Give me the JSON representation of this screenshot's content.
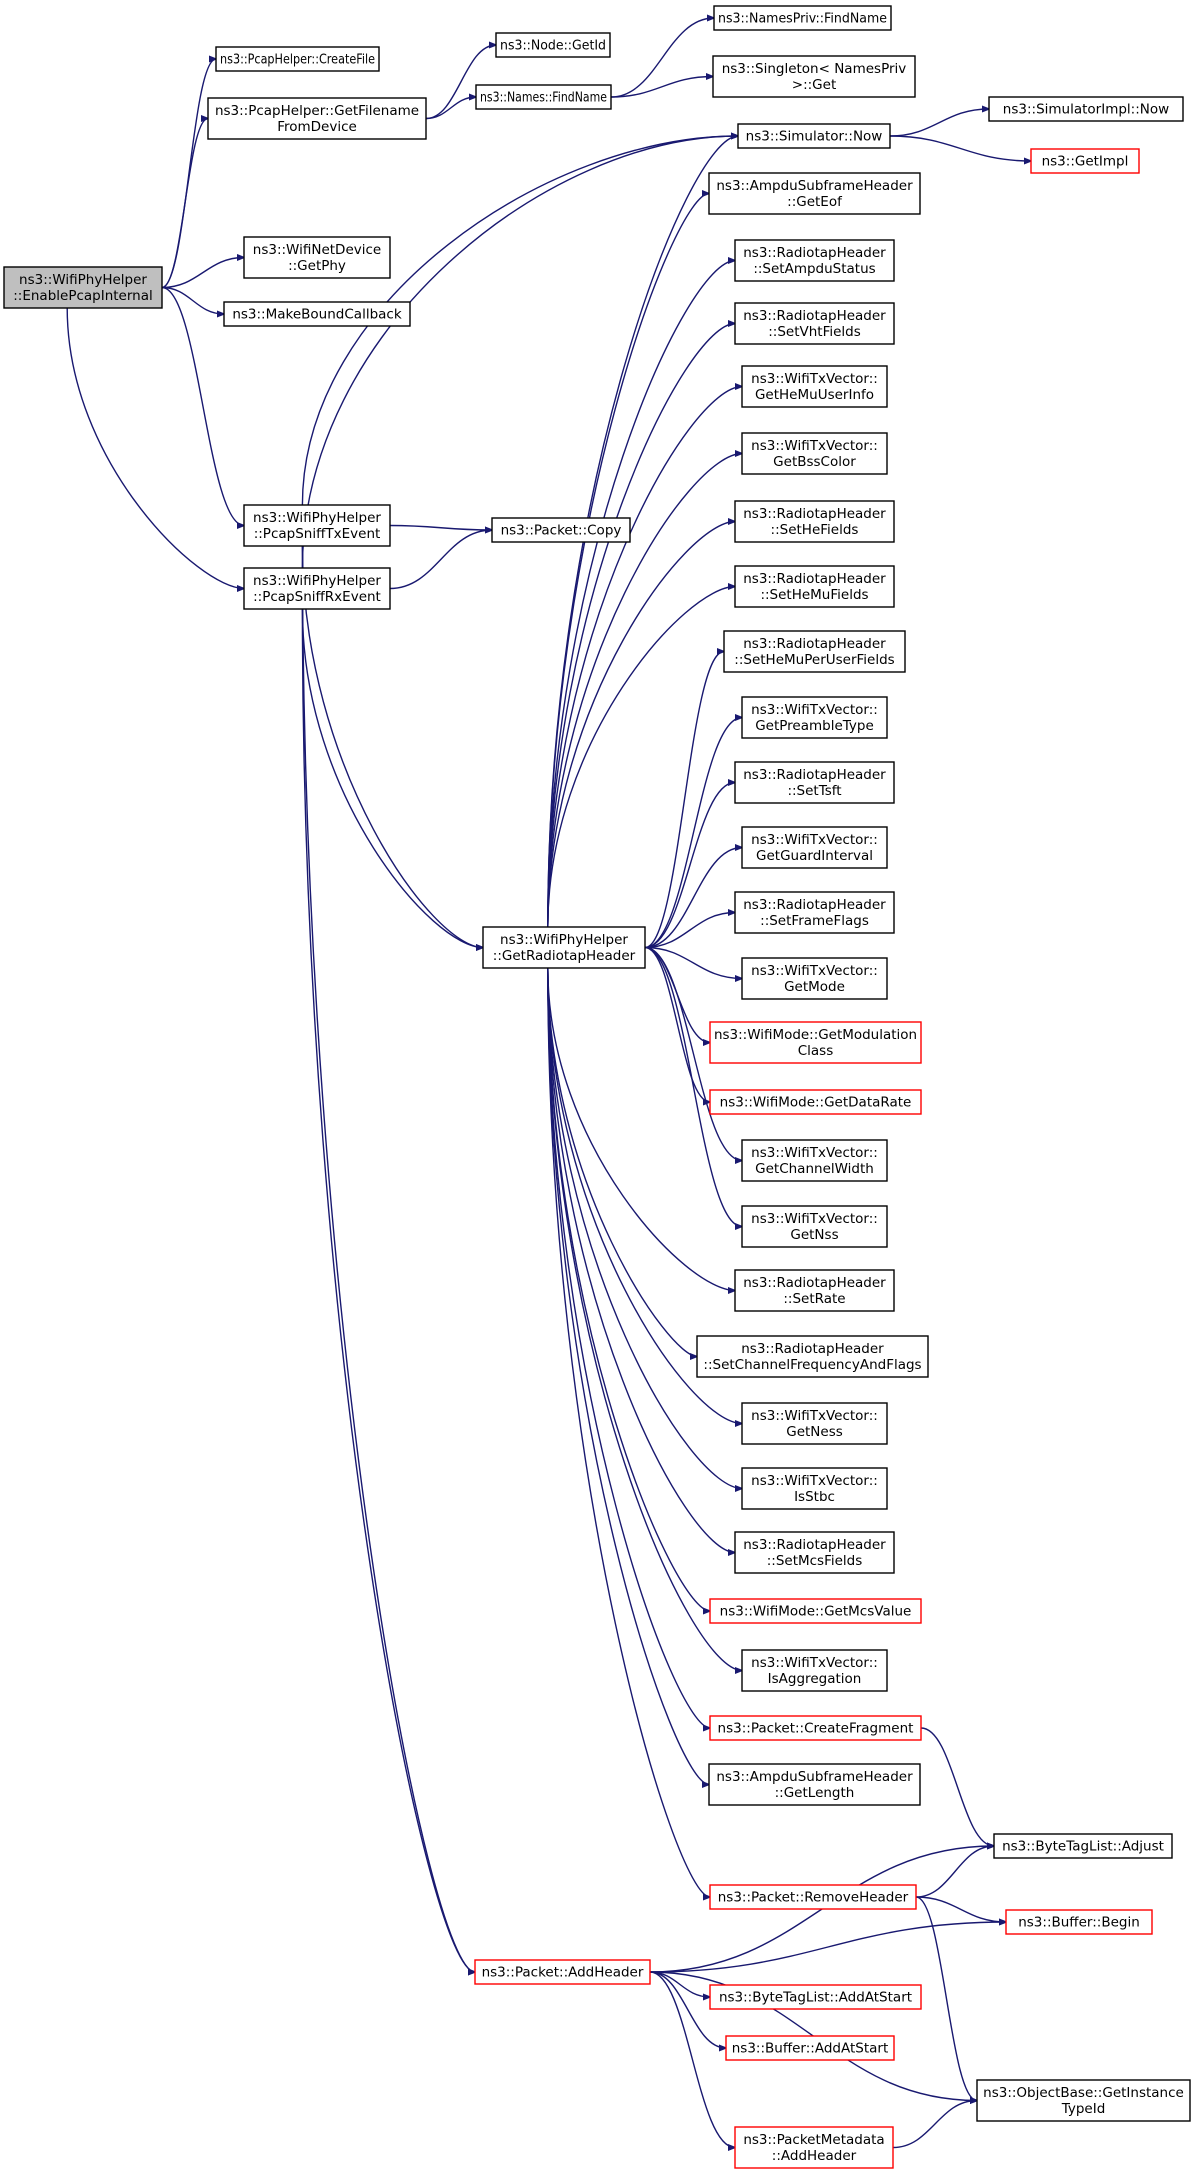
{
  "diagram": {
    "nodes": [
      {
        "id": "root",
        "lines": [
          "ns3::WifiPhyHelper",
          "::EnablePcapInternal"
        ],
        "style": "root"
      },
      {
        "id": "createFile",
        "lines": [
          "ns3::PcapHelper::CreateFile"
        ],
        "style": "normal"
      },
      {
        "id": "getFilename",
        "lines": [
          "ns3::PcapHelper::GetFilename",
          "FromDevice"
        ],
        "style": "normal"
      },
      {
        "id": "nodeGetId",
        "lines": [
          "ns3::Node::GetId"
        ],
        "style": "normal"
      },
      {
        "id": "namesFind",
        "lines": [
          "ns3::Names::FindName"
        ],
        "style": "normal"
      },
      {
        "id": "namesPrivFind",
        "lines": [
          "ns3::NamesPriv::FindName"
        ],
        "style": "normal"
      },
      {
        "id": "singletonGet",
        "lines": [
          "ns3::Singleton< NamesPriv",
          ">::Get"
        ],
        "style": "normal"
      },
      {
        "id": "getPhy",
        "lines": [
          "ns3::WifiNetDevice",
          "::GetPhy"
        ],
        "style": "normal"
      },
      {
        "id": "makeBound",
        "lines": [
          "ns3::MakeBoundCallback"
        ],
        "style": "normal"
      },
      {
        "id": "sniffTx",
        "lines": [
          "ns3::WifiPhyHelper",
          "::PcapSniffTxEvent"
        ],
        "style": "normal"
      },
      {
        "id": "sniffRx",
        "lines": [
          "ns3::WifiPhyHelper",
          "::PcapSniffRxEvent"
        ],
        "style": "normal"
      },
      {
        "id": "packetCopy",
        "lines": [
          "ns3::Packet::Copy"
        ],
        "style": "normal"
      },
      {
        "id": "simNow",
        "lines": [
          "ns3::Simulator::Now"
        ],
        "style": "normal"
      },
      {
        "id": "simImplNow",
        "lines": [
          "ns3::SimulatorImpl::Now"
        ],
        "style": "normal"
      },
      {
        "id": "getImpl",
        "lines": [
          "ns3::GetImpl"
        ],
        "style": "truncated"
      },
      {
        "id": "getRadiotap",
        "lines": [
          "ns3::WifiPhyHelper",
          "::GetRadiotapHeader"
        ],
        "style": "normal"
      },
      {
        "id": "ampduGetEof",
        "lines": [
          "ns3::AmpduSubframeHeader",
          "::GetEof"
        ],
        "style": "normal"
      },
      {
        "id": "setAmpduStatus",
        "lines": [
          "ns3::RadiotapHeader",
          "::SetAmpduStatus"
        ],
        "style": "normal"
      },
      {
        "id": "setVhtFields",
        "lines": [
          "ns3::RadiotapHeader",
          "::SetVhtFields"
        ],
        "style": "normal"
      },
      {
        "id": "getHeMuUserInfo",
        "lines": [
          "ns3::WifiTxVector::",
          "GetHeMuUserInfo"
        ],
        "style": "normal"
      },
      {
        "id": "getBssColor",
        "lines": [
          "ns3::WifiTxVector::",
          "GetBssColor"
        ],
        "style": "normal"
      },
      {
        "id": "setHeFields",
        "lines": [
          "ns3::RadiotapHeader",
          "::SetHeFields"
        ],
        "style": "normal"
      },
      {
        "id": "setHeMuFields",
        "lines": [
          "ns3::RadiotapHeader",
          "::SetHeMuFields"
        ],
        "style": "normal"
      },
      {
        "id": "setHeMuPerUser",
        "lines": [
          "ns3::RadiotapHeader",
          "::SetHeMuPerUserFields"
        ],
        "style": "normal"
      },
      {
        "id": "getPreambleType",
        "lines": [
          "ns3::WifiTxVector::",
          "GetPreambleType"
        ],
        "style": "normal"
      },
      {
        "id": "setTsft",
        "lines": [
          "ns3::RadiotapHeader",
          "::SetTsft"
        ],
        "style": "normal"
      },
      {
        "id": "getGuardInterval",
        "lines": [
          "ns3::WifiTxVector::",
          "GetGuardInterval"
        ],
        "style": "normal"
      },
      {
        "id": "setFrameFlags",
        "lines": [
          "ns3::RadiotapHeader",
          "::SetFrameFlags"
        ],
        "style": "normal"
      },
      {
        "id": "getMode",
        "lines": [
          "ns3::WifiTxVector::",
          "GetMode"
        ],
        "style": "normal"
      },
      {
        "id": "getModClass",
        "lines": [
          "ns3::WifiMode::GetModulation",
          "Class"
        ],
        "style": "truncated"
      },
      {
        "id": "getDataRate",
        "lines": [
          "ns3::WifiMode::GetDataRate"
        ],
        "style": "truncated"
      },
      {
        "id": "getChannelWidth",
        "lines": [
          "ns3::WifiTxVector::",
          "GetChannelWidth"
        ],
        "style": "normal"
      },
      {
        "id": "getNss",
        "lines": [
          "ns3::WifiTxVector::",
          "GetNss"
        ],
        "style": "normal"
      },
      {
        "id": "setRate",
        "lines": [
          "ns3::RadiotapHeader",
          "::SetRate"
        ],
        "style": "normal"
      },
      {
        "id": "setChanFreq",
        "lines": [
          "ns3::RadiotapHeader",
          "::SetChannelFrequencyAndFlags"
        ],
        "style": "normal"
      },
      {
        "id": "getNess",
        "lines": [
          "ns3::WifiTxVector::",
          "GetNess"
        ],
        "style": "normal"
      },
      {
        "id": "isStbc",
        "lines": [
          "ns3::WifiTxVector::",
          "IsStbc"
        ],
        "style": "normal"
      },
      {
        "id": "setMcsFields",
        "lines": [
          "ns3::RadiotapHeader",
          "::SetMcsFields"
        ],
        "style": "normal"
      },
      {
        "id": "getMcsValue",
        "lines": [
          "ns3::WifiMode::GetMcsValue"
        ],
        "style": "truncated"
      },
      {
        "id": "isAggregation",
        "lines": [
          "ns3::WifiTxVector::",
          "IsAggregation"
        ],
        "style": "normal"
      },
      {
        "id": "createFragment",
        "lines": [
          "ns3::Packet::CreateFragment"
        ],
        "style": "truncated"
      },
      {
        "id": "ampduGetLength",
        "lines": [
          "ns3::AmpduSubframeHeader",
          "::GetLength"
        ],
        "style": "normal"
      },
      {
        "id": "byteTagAdjust",
        "lines": [
          "ns3::ByteTagList::Adjust"
        ],
        "style": "normal"
      },
      {
        "id": "removeHeader",
        "lines": [
          "ns3::Packet::RemoveHeader"
        ],
        "style": "truncated"
      },
      {
        "id": "bufferBegin",
        "lines": [
          "ns3::Buffer::Begin"
        ],
        "style": "truncated"
      },
      {
        "id": "addHeader",
        "lines": [
          "ns3::Packet::AddHeader"
        ],
        "style": "truncated"
      },
      {
        "id": "byteTagAddAtStart",
        "lines": [
          "ns3::ByteTagList::AddAtStart"
        ],
        "style": "truncated"
      },
      {
        "id": "bufferAddAtStart",
        "lines": [
          "ns3::Buffer::AddAtStart"
        ],
        "style": "truncated"
      },
      {
        "id": "getInstanceTypeId",
        "lines": [
          "ns3::ObjectBase::GetInstance",
          "TypeId"
        ],
        "style": "normal"
      },
      {
        "id": "pktMetaAddHeader",
        "lines": [
          "ns3::PacketMetadata",
          "::AddHeader"
        ],
        "style": "truncated"
      }
    ],
    "edges": [
      [
        "root",
        "createFile"
      ],
      [
        "root",
        "getFilename"
      ],
      [
        "root",
        "getPhy"
      ],
      [
        "root",
        "makeBound"
      ],
      [
        "root",
        "sniffTx"
      ],
      [
        "root",
        "sniffRx"
      ],
      [
        "getFilename",
        "nodeGetId"
      ],
      [
        "getFilename",
        "namesFind"
      ],
      [
        "namesFind",
        "namesPrivFind"
      ],
      [
        "namesFind",
        "singletonGet"
      ],
      [
        "sniffTx",
        "simNow"
      ],
      [
        "sniffTx",
        "packetCopy"
      ],
      [
        "sniffTx",
        "getRadiotap"
      ],
      [
        "sniffTx",
        "addHeader"
      ],
      [
        "sniffRx",
        "packetCopy"
      ],
      [
        "sniffRx",
        "simNow"
      ],
      [
        "sniffRx",
        "getRadiotap"
      ],
      [
        "sniffRx",
        "addHeader"
      ],
      [
        "simNow",
        "simImplNow"
      ],
      [
        "simNow",
        "getImpl"
      ],
      [
        "getRadiotap",
        "simNow"
      ],
      [
        "getRadiotap",
        "ampduGetEof"
      ],
      [
        "getRadiotap",
        "setAmpduStatus"
      ],
      [
        "getRadiotap",
        "setVhtFields"
      ],
      [
        "getRadiotap",
        "getHeMuUserInfo"
      ],
      [
        "getRadiotap",
        "getBssColor"
      ],
      [
        "getRadiotap",
        "setHeFields"
      ],
      [
        "getRadiotap",
        "setHeMuFields"
      ],
      [
        "getRadiotap",
        "setHeMuPerUser"
      ],
      [
        "getRadiotap",
        "getPreambleType"
      ],
      [
        "getRadiotap",
        "setTsft"
      ],
      [
        "getRadiotap",
        "getGuardInterval"
      ],
      [
        "getRadiotap",
        "setFrameFlags"
      ],
      [
        "getRadiotap",
        "getMode"
      ],
      [
        "getRadiotap",
        "getModClass"
      ],
      [
        "getRadiotap",
        "getDataRate"
      ],
      [
        "getRadiotap",
        "getChannelWidth"
      ],
      [
        "getRadiotap",
        "getNss"
      ],
      [
        "getRadiotap",
        "setRate"
      ],
      [
        "getRadiotap",
        "setChanFreq"
      ],
      [
        "getRadiotap",
        "getNess"
      ],
      [
        "getRadiotap",
        "isStbc"
      ],
      [
        "getRadiotap",
        "setMcsFields"
      ],
      [
        "getRadiotap",
        "getMcsValue"
      ],
      [
        "getRadiotap",
        "isAggregation"
      ],
      [
        "getRadiotap",
        "createFragment"
      ],
      [
        "getRadiotap",
        "ampduGetLength"
      ],
      [
        "getRadiotap",
        "removeHeader"
      ],
      [
        "createFragment",
        "byteTagAdjust"
      ],
      [
        "removeHeader",
        "byteTagAdjust"
      ],
      [
        "removeHeader",
        "bufferBegin"
      ],
      [
        "removeHeader",
        "getInstanceTypeId"
      ],
      [
        "addHeader",
        "byteTagAdjust"
      ],
      [
        "addHeader",
        "bufferBegin"
      ],
      [
        "addHeader",
        "byteTagAddAtStart"
      ],
      [
        "addHeader",
        "bufferAddAtStart"
      ],
      [
        "addHeader",
        "getInstanceTypeId"
      ],
      [
        "addHeader",
        "pktMetaAddHeader"
      ],
      [
        "pktMetaAddHeader",
        "getInstanceTypeId"
      ]
    ]
  },
  "colors": {
    "edge": "#191970",
    "node_border": "#000000",
    "truncated_border": "#ff0000",
    "root_fill": "#bfbfbf",
    "node_fill": "#ffffff"
  }
}
